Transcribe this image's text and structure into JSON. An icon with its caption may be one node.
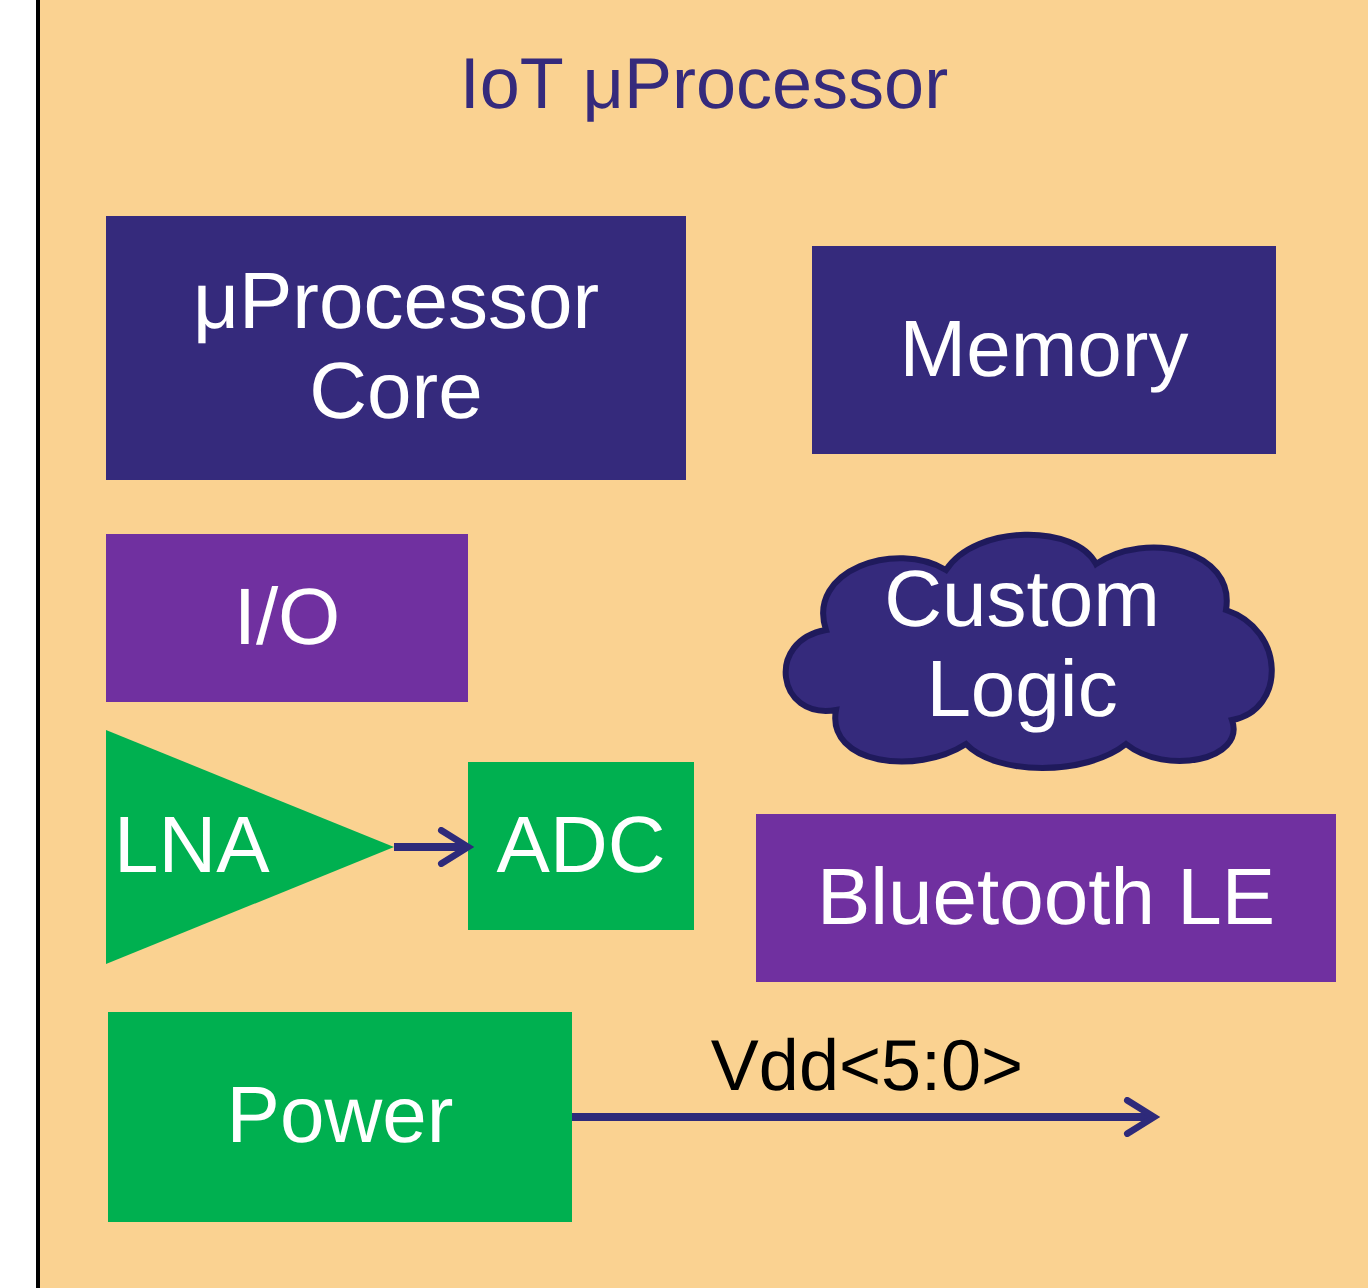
{
  "diagram": {
    "nodes": [
      {
        "text": [
          "IoT μProcessor"
        ]
      },
      {
        "text": [
          "μProcessor Core"
        ],
        "in": 0
      },
      {
        "text": [
          "Memory"
        ],
        "in": 0
      },
      {
        "text": [
          "I/O"
        ],
        "in": 0
      },
      {
        "text": [
          "Custom Logic"
        ],
        "in": 0
      },
      {
        "text": [
          "LNA"
        ],
        "in": 0
      },
      {
        "text": [
          "ADC"
        ],
        "in": 0
      },
      {
        "text": [
          "Bluetooth LE"
        ],
        "in": 0
      },
      {
        "text": [
          "Power"
        ],
        "in": 0
      }
    ],
    "edges": [
      {
        "from": 5,
        "to": 6,
        "arrow": "to"
      },
      {
        "from": 8,
        "to": null,
        "arrow": "to",
        "label": "Vdd<5:0>"
      }
    ]
  }
}
